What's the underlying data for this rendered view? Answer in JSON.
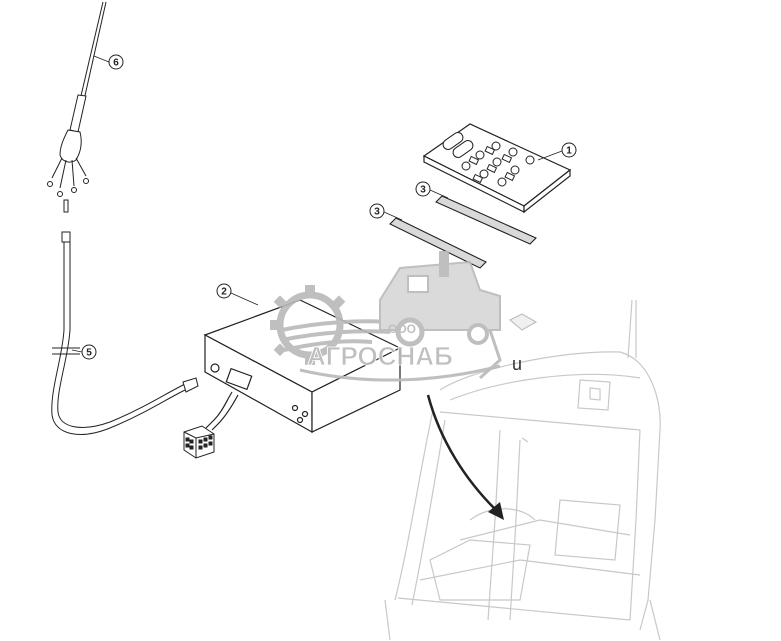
{
  "callouts": [
    {
      "id": "1",
      "label": "1"
    },
    {
      "id": "2",
      "label": "2"
    },
    {
      "id": "3a",
      "label": "3"
    },
    {
      "id": "3b",
      "label": "3"
    },
    {
      "id": "5",
      "label": "5"
    },
    {
      "id": "6",
      "label": "6"
    }
  ],
  "watermark": {
    "company_prefix": "ООО",
    "company_name": "АГРОСНАБ"
  },
  "stray_text": "u",
  "colors": {
    "line": "#222222",
    "faint_line": "#c8c8c8",
    "watermark_gray": "#b9b9b9",
    "label_fill": "#d9d9d9"
  }
}
